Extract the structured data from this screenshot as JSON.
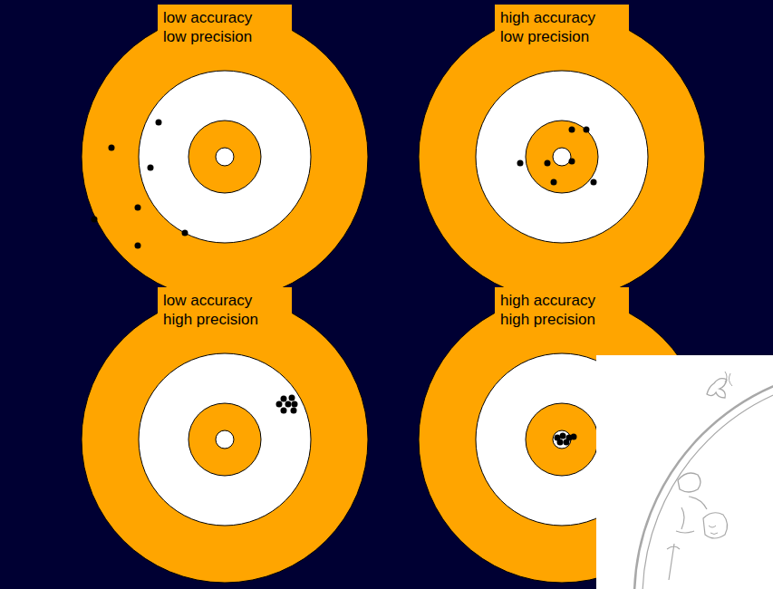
{
  "diagram": {
    "nodes": [
      {
        "text": [
          "low accuracy low precision"
        ]
      },
      {
        "text": [
          "high accuracy low precision"
        ]
      },
      {
        "text": [
          "low accuracy high precision"
        ]
      },
      {
        "text": [
          "high accuracy high precision"
        ]
      }
    ]
  }
}
